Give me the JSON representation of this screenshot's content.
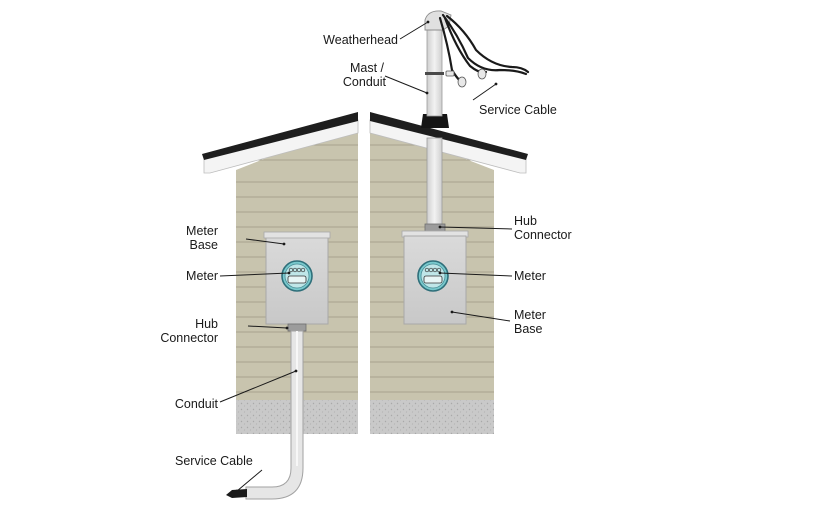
{
  "labels": {
    "left": {
      "meter_base": [
        "Meter",
        "Base"
      ],
      "meter": "Meter",
      "hub_connector": [
        "Hub",
        "Connector"
      ],
      "conduit": "Conduit",
      "service_cable": "Service Cable"
    },
    "right": {
      "weatherhead": "Weatherhead",
      "mast_conduit": [
        "Mast /",
        "Conduit"
      ],
      "service_cable": "Service Cable",
      "hub_connector": [
        "Hub",
        "Connector"
      ],
      "meter": "Meter",
      "meter_base": [
        "Meter",
        "Base"
      ]
    }
  },
  "colors": {
    "siding": "#c8c4ae",
    "siding_line": "#a7a28e",
    "foundation": "#c9c9c9",
    "roof_edge": "#1e1e1e",
    "fascia": "#f4f4f4",
    "meter_box": "#d4d4d4",
    "meter_glass": "#78c8cc",
    "conduit": "#e4e4e4",
    "cable": "#1a1a1a"
  }
}
